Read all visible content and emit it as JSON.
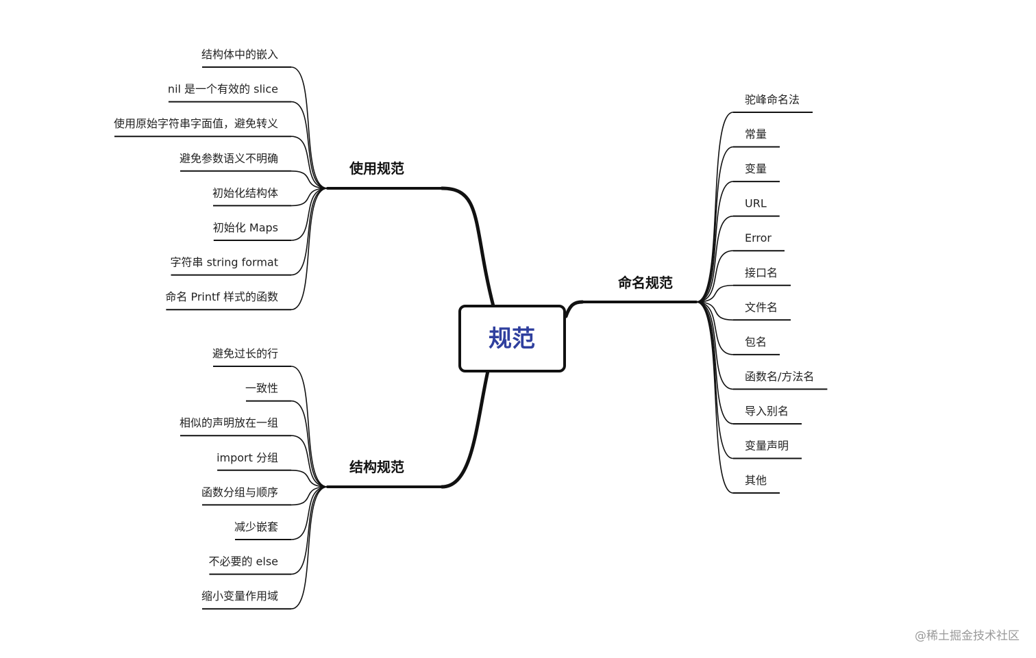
{
  "colors": {
    "line": "#111111",
    "root_text": "#2f3f9e",
    "watermark": "#9a9a9a"
  },
  "root": {
    "label": "规范"
  },
  "branches": [
    {
      "id": "usage",
      "label": "使用规范",
      "children": [
        "结构体中的嵌入",
        "nil 是一个有效的 slice",
        "使用原始字符串字面值，避免转义",
        "避免参数语义不明确",
        "初始化结构体",
        "初始化 Maps",
        "字符串 string format",
        "命名 Printf 样式的函数"
      ]
    },
    {
      "id": "structure",
      "label": "结构规范",
      "children": [
        "避免过长的行",
        "一致性",
        "相似的声明放在一组",
        "import 分组",
        "函数分组与顺序",
        "减少嵌套",
        "不必要的 else",
        "缩小变量作用域"
      ]
    },
    {
      "id": "naming",
      "label": "命名规范",
      "children": [
        "驼峰命名法",
        "常量",
        "变量",
        "URL",
        "Error",
        "接口名",
        "文件名",
        "包名",
        "函数名/方法名",
        "导入别名",
        "变量声明",
        "其他"
      ]
    }
  ],
  "watermark": "@稀土掘金技术社区"
}
